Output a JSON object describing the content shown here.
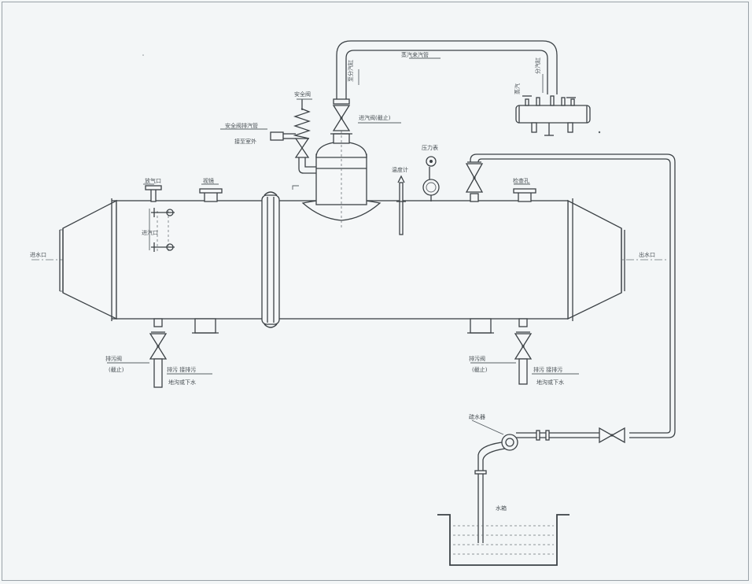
{
  "labels": {
    "water_inlet": "进水口",
    "water_outlet": "出水口",
    "vent_top": "放气口",
    "sight_glass": "视镜",
    "steam_inlet": "进汽口",
    "safety_valve": "安全阀",
    "safety_valve_note_1": "安全阀排汽管",
    "safety_valve_note_2": "接至室外",
    "steam_line": "蒸汽来汽管",
    "steam_note": "至分汽缸",
    "inlet_valve": "进汽阀(截止)",
    "header": "分汽缸",
    "header_tag": "蒸汽",
    "pressure_gauge": "压力表",
    "thermometer": "温度计",
    "inspection": "检查孔",
    "drain_valve_left": "排污阀",
    "drain_valve_left_2": "(截止)",
    "drain_note_left_1": "排污 接排污",
    "drain_note_left_2": "地沟或下水",
    "drain_valve_right": "排污阀",
    "drain_valve_right_2": "(截止)",
    "drain_note_right_1": "排污 接排污",
    "drain_note_right_2": "地沟或下水",
    "trap": "疏水器",
    "tank": "水箱"
  },
  "colors": {
    "line": "#3c4246",
    "background": "#f3f6f7",
    "water": "#8a9297"
  }
}
